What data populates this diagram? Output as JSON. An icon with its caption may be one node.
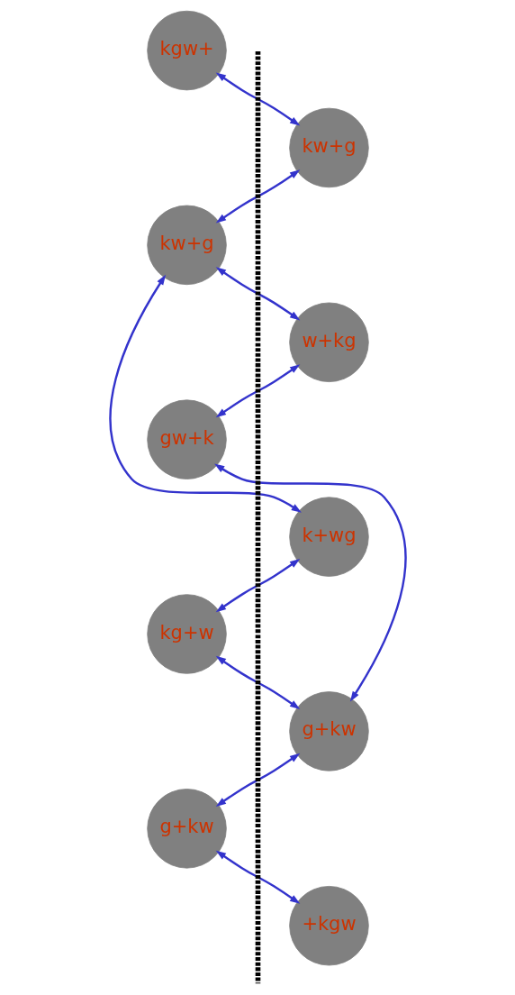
{
  "diagram": {
    "nodes": [
      {
        "text": [
          "kgw+"
        ]
      },
      {
        "text": [
          "kw+g"
        ]
      },
      {
        "text": [
          "kw+g"
        ]
      },
      {
        "text": [
          "w+kg"
        ]
      },
      {
        "text": [
          "gw+k"
        ]
      },
      {
        "text": [
          "k+wg"
        ]
      },
      {
        "text": [
          "kg+w"
        ]
      },
      {
        "text": [
          "g+kw"
        ]
      },
      {
        "text": [
          "g+kw"
        ]
      },
      {
        "text": [
          "+kgw"
        ]
      }
    ],
    "edges": [
      {
        "from": 0,
        "to": 1,
        "arrow": "both"
      },
      {
        "from": 1,
        "to": 2,
        "arrow": "both"
      },
      {
        "from": 2,
        "to": 3,
        "arrow": "both"
      },
      {
        "from": 3,
        "to": 4,
        "arrow": "both"
      },
      {
        "from": 2,
        "to": 5,
        "arrow": "both"
      },
      {
        "from": 5,
        "to": 6,
        "arrow": "both"
      },
      {
        "from": 4,
        "to": 7,
        "arrow": "both"
      },
      {
        "from": 6,
        "to": 7,
        "arrow": "both"
      },
      {
        "from": 7,
        "to": 8,
        "arrow": "both"
      },
      {
        "from": 8,
        "to": 9,
        "arrow": "both"
      }
    ]
  }
}
